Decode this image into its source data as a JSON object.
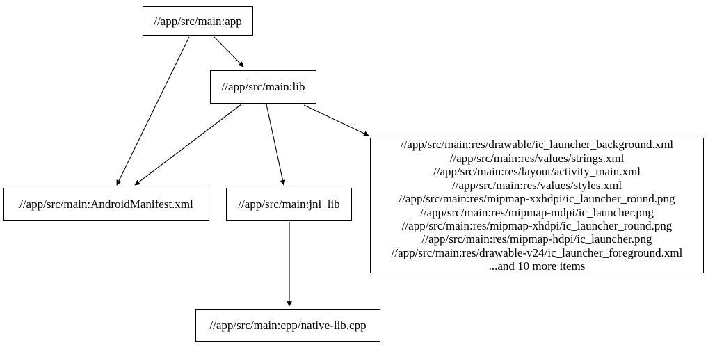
{
  "page": {
    "background_color": "#ffffff",
    "stroke_color": "#000000",
    "text_color": "#000000"
  },
  "graph": {
    "type": "dependency-graph",
    "nodes": {
      "app": {
        "label": "//app/src/main:app"
      },
      "lib": {
        "label": "//app/src/main:lib"
      },
      "android_manifest": {
        "label": "//app/src/main:AndroidManifest.xml"
      },
      "jni_lib": {
        "label": "//app/src/main:jni_lib"
      },
      "res_group": {
        "lines": [
          "//app/src/main:res/drawable/ic_launcher_background.xml",
          "//app/src/main:res/values/strings.xml",
          "//app/src/main:res/layout/activity_main.xml",
          "//app/src/main:res/values/styles.xml",
          "//app/src/main:res/mipmap-xxhdpi/ic_launcher_round.png",
          "//app/src/main:res/mipmap-mdpi/ic_launcher.png",
          "//app/src/main:res/mipmap-xhdpi/ic_launcher_round.png",
          "//app/src/main:res/mipmap-hdpi/ic_launcher.png",
          "//app/src/main:res/drawable-v24/ic_launcher_foreground.xml",
          "...and 10 more items"
        ]
      },
      "native_lib_cpp": {
        "label": "//app/src/main:cpp/native-lib.cpp"
      }
    },
    "edges": [
      {
        "from": "app",
        "to": "lib"
      },
      {
        "from": "app",
        "to": "android_manifest"
      },
      {
        "from": "lib",
        "to": "android_manifest"
      },
      {
        "from": "lib",
        "to": "jni_lib"
      },
      {
        "from": "lib",
        "to": "res_group"
      },
      {
        "from": "jni_lib",
        "to": "native_lib_cpp"
      }
    ]
  }
}
